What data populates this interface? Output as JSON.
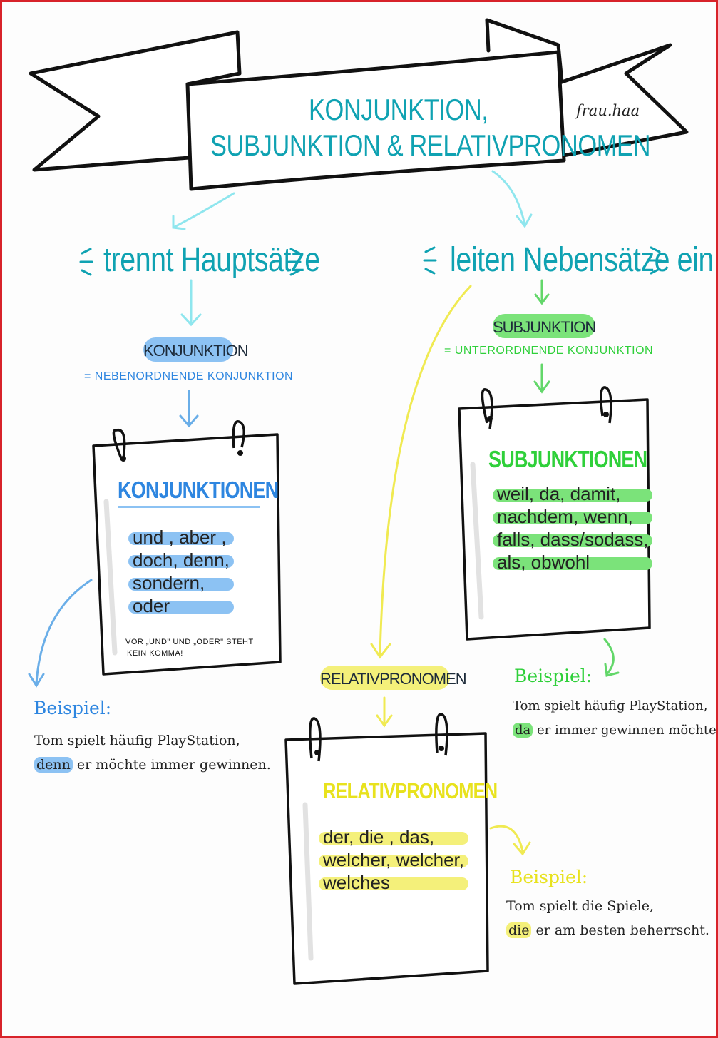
{
  "banner": {
    "title_line1": "KONJUNKTION,",
    "title_line2": "SUBJUNKTION & RELATIVPRONOMEN",
    "author": "frau.haa"
  },
  "left": {
    "heading": "trennt Hauptsätze",
    "label": "KONJUNKTION",
    "definition": "=   NEBENORDNENDE KONJUNKTION",
    "card_title": "KONJUNKTIONEN",
    "items": [
      "und , aber ,",
      "doch, denn,",
      "sondern,",
      "oder"
    ],
    "note_line1": "VOR „UND\" UND „ODER\" STEHT",
    "note_line2": "KEIN KOMMA!",
    "example_label": "Beispiel:",
    "example_line1": "Tom spielt häufig PlayStation,",
    "example_line2_hl": "denn",
    "example_line2_rest": " er möchte immer gewinnen."
  },
  "right": {
    "heading": "leiten Nebensätze ein",
    "label": "SUBJUNKTION",
    "definition": "= UNTERORDNENDE KONJUNKTION",
    "card_title": "SUBJUNKTIONEN",
    "items": [
      "weil, da, damit,",
      "nachdem, wenn,",
      "falls, dass/sodass,",
      "als, obwohl"
    ],
    "example_label": "Beispiel:",
    "example_line1": "Tom spielt häufig PlayStation,",
    "example_line2_hl": "da",
    "example_line2_rest": " er immer gewinnen möchte."
  },
  "middle": {
    "label": "RELATIVPRONOMEN",
    "card_title": "RELATIVPRONOMEN",
    "items": [
      "der, die , das,",
      "welcher, welcher,",
      "welches"
    ],
    "example_label": "Beispiel:",
    "example_line1": "Tom spielt die Spiele,",
    "example_line2_hl": "die",
    "example_line2_rest": " er am besten beherrscht."
  },
  "colors": {
    "border": "#d8232a",
    "teal": "#0fa2b2",
    "blue": "#8cc2f3",
    "blue_text": "#2e86e0",
    "green": "#7be37a",
    "green_text": "#2fd03a",
    "yellow": "#f4f07a",
    "yellow_text": "#e8e21e"
  }
}
